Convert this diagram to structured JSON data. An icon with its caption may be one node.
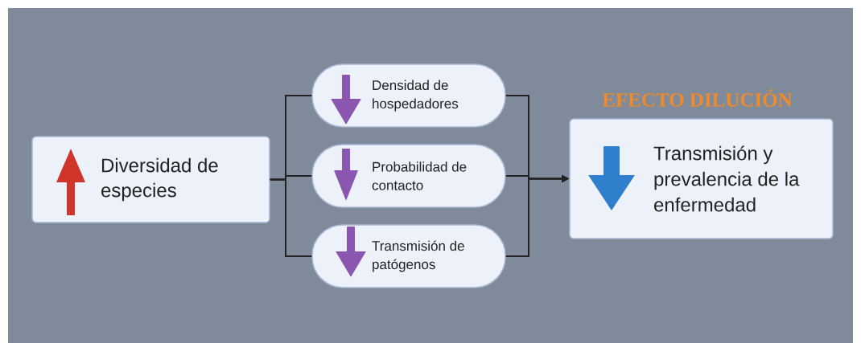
{
  "diagram": {
    "nodes": [
      {
        "text": [
          "Diversidad de especies"
        ]
      },
      {
        "text": [
          "Densidad de hospedadores"
        ]
      },
      {
        "text": [
          "Probabilidad de contacto"
        ]
      },
      {
        "text": [
          "Transmisión de patógenos"
        ]
      },
      {
        "text": [
          "EFECTO DILUCIÓN",
          "Transmisión y prevalencia de la enfermedad"
        ]
      }
    ],
    "edges": [
      {
        "from": 0,
        "to": 1,
        "arrow": "none"
      },
      {
        "from": 0,
        "to": 2,
        "arrow": "none"
      },
      {
        "from": 0,
        "to": 3,
        "arrow": "none"
      },
      {
        "from": 1,
        "to": 4,
        "arrow": "to"
      },
      {
        "from": 2,
        "to": 4,
        "arrow": "to"
      },
      {
        "from": 3,
        "to": 4,
        "arrow": "to"
      }
    ]
  }
}
